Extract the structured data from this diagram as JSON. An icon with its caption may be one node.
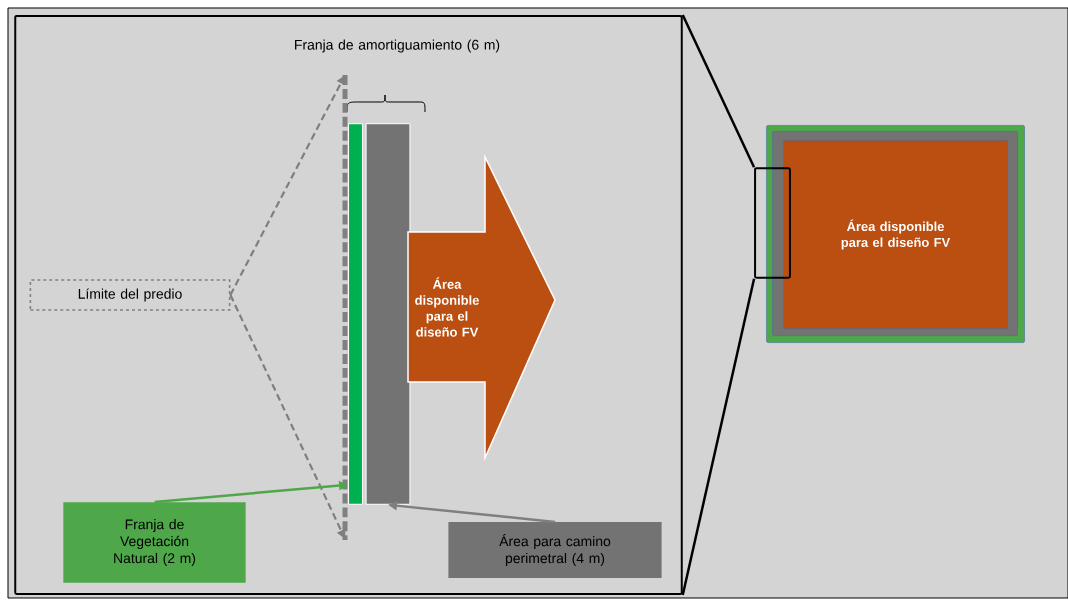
{
  "diagram": {
    "nodes": [
      {
        "text": [],
        "shape": "box"
      },
      {
        "text": [
          "Límite del predio"
        ],
        "in": 0
      },
      {
        "text": [],
        "shape": "bar",
        "in": 0
      },
      {
        "text": [],
        "shape": "bar",
        "in": 0
      },
      {
        "text": [],
        "shape": "bar",
        "in": 0
      },
      {
        "text": [
          "Área disponible para el diseño FV"
        ],
        "in": 0
      },
      {
        "text": [
          "Franja de Vegetación Natural (2 m)"
        ],
        "in": 0
      },
      {
        "text": [
          "Área para camino perimetral (4 m)"
        ],
        "in": 0
      },
      {
        "text": [],
        "shape": "box"
      },
      {
        "text": [],
        "shape": "box",
        "in": 8
      },
      {
        "text": [
          "Área disponible para el diseño FV"
        ],
        "in": 9
      },
      {
        "text": [],
        "shape": "box"
      }
    ],
    "edges": [
      {
        "from": 1,
        "to": 2,
        "arrow": "to",
        "style": "dashed",
        "color": "#7f7f7f"
      },
      {
        "from": 1,
        "to": 2,
        "arrow": "to",
        "style": "dashed",
        "color": "#7f7f7f"
      },
      {
        "from": 6,
        "to": 3,
        "arrow": "to",
        "color": "#4ea84a"
      },
      {
        "from": 7,
        "to": 4,
        "arrow": "to",
        "color": "#7f7f7f"
      },
      {
        "from": 0,
        "to": 11,
        "arrow": "none",
        "color": "#000000"
      },
      {
        "from": 0,
        "to": 11,
        "arrow": "none",
        "color": "#000000"
      }
    ],
    "labels": [
      "Franja de amortiguamiento (6 m)"
    ]
  }
}
